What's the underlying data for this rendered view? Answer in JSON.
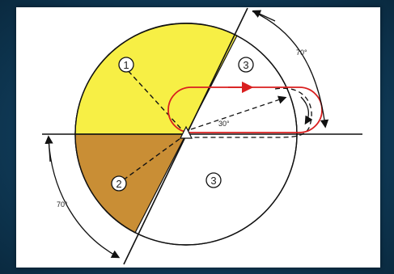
{
  "diagram": {
    "zone_labels": {
      "zone1": "1",
      "zone2": "2",
      "zone3_upper": "3",
      "zone3_lower": "3"
    },
    "angles": {
      "upper_right": "70°",
      "lower_left": "70°",
      "pattern": "30°"
    },
    "colors": {
      "zone1_fill": "#f7ef45",
      "zone2_fill": "#c98e35",
      "pattern_red": "#d91f1f",
      "outline": "#111111",
      "background": "#0f3a57"
    }
  }
}
